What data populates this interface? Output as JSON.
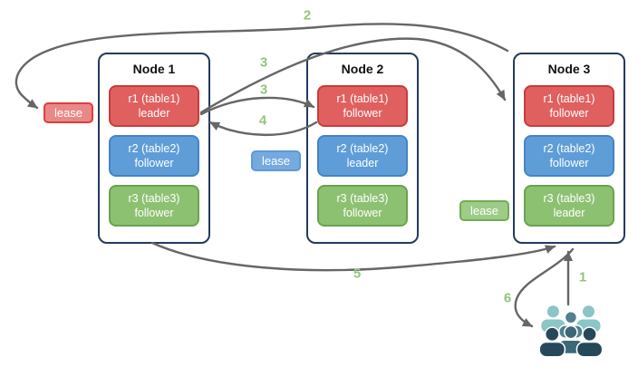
{
  "nodes": [
    {
      "title": "Node 1",
      "replicas": [
        {
          "name": "r1 (table1)",
          "role": "leader",
          "color_name": "red"
        },
        {
          "name": "r2 (table2)",
          "role": "follower",
          "color_name": "blue"
        },
        {
          "name": "r3 (table3)",
          "role": "follower",
          "color_name": "green"
        }
      ]
    },
    {
      "title": "Node 2",
      "replicas": [
        {
          "name": "r1 (table1)",
          "role": "follower",
          "color_name": "red"
        },
        {
          "name": "r2 (table2)",
          "role": "leader",
          "color_name": "blue"
        },
        {
          "name": "r3 (table3)",
          "role": "follower",
          "color_name": "green"
        }
      ]
    },
    {
      "title": "Node 3",
      "replicas": [
        {
          "name": "r1 (table1)",
          "role": "follower",
          "color_name": "red"
        },
        {
          "name": "r2 (table2)",
          "role": "follower",
          "color_name": "blue"
        },
        {
          "name": "r3 (table3)",
          "role": "leader",
          "color_name": "green"
        }
      ]
    }
  ],
  "leases": [
    {
      "label": "lease",
      "color_name": "red"
    },
    {
      "label": "lease",
      "color_name": "blue"
    },
    {
      "label": "lease",
      "color_name": "green"
    }
  ],
  "steps": {
    "s1": "1",
    "s2": "2",
    "s3a": "3",
    "s3b": "3",
    "s4": "4",
    "s5": "5",
    "s6": "6"
  },
  "icons": {
    "users": "users-group-icon"
  },
  "colors": {
    "replica_red_fill": "#e06060",
    "replica_red_border": "#c93b3b",
    "replica_blue_fill": "#5f9dd8",
    "replica_blue_border": "#4384c6",
    "replica_green_fill": "#8dc172",
    "replica_green_border": "#6ba24e",
    "node_border": "#24395e",
    "lease_red_fill": "#e98888",
    "lease_red_border": "#e03c3c",
    "lease_blue_fill": "#74aadf",
    "lease_blue_border": "#5e99d6",
    "lease_green_fill": "#9ccc86",
    "lease_green_border": "#73ac55",
    "arrow": "#666666",
    "step_label": "#93c47d",
    "users_light": "#8bc5c5",
    "users_medium": "#4f828e",
    "users_slate": "#3c6878",
    "users_dark": "#26485a"
  }
}
